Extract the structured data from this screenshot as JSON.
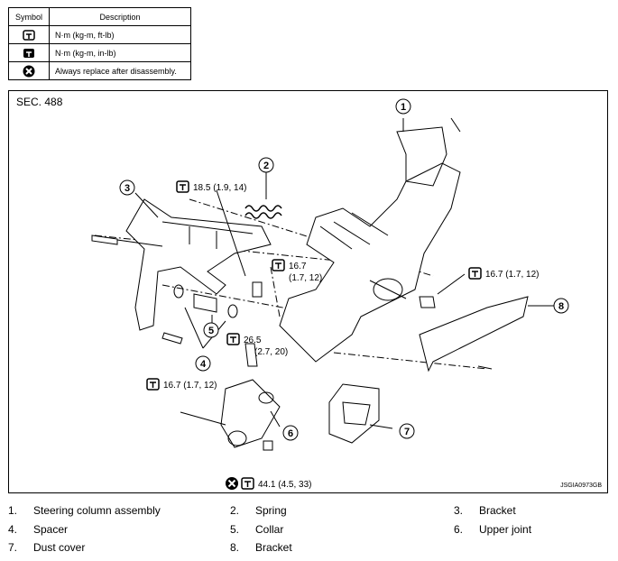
{
  "legend": {
    "header_symbol": "Symbol",
    "header_description": "Description",
    "rows": [
      {
        "icon": "torque-wrench-icon",
        "description": "N·m (kg-m, ft-lb)"
      },
      {
        "icon": "torque-wrench-filled-icon",
        "description": "N·m (kg-m, in-lb)"
      },
      {
        "icon": "replace-x-icon",
        "description": "Always replace after disassembly."
      }
    ]
  },
  "diagram": {
    "section": "SEC. 488",
    "image_id": "JSGIA0973GB",
    "torques": {
      "t1": "18.5 (1.9, 14)",
      "t2a": "16.7",
      "t2b": "(1.7, 12)",
      "t3": "16.7 (1.7, 12)",
      "t4a": "26.5",
      "t4b": "(2.7, 20)",
      "t5": "16.7 (1.7, 12)",
      "t6": "44.1 (4.5, 33)"
    },
    "callouts": [
      "1",
      "2",
      "3",
      "4",
      "5",
      "6",
      "7",
      "8"
    ]
  },
  "parts": [
    {
      "num": "1.",
      "name": "Steering column assembly"
    },
    {
      "num": "2.",
      "name": "Spring"
    },
    {
      "num": "3.",
      "name": "Bracket"
    },
    {
      "num": "4.",
      "name": "Spacer"
    },
    {
      "num": "5.",
      "name": "Collar"
    },
    {
      "num": "6.",
      "name": "Upper joint"
    },
    {
      "num": "7.",
      "name": "Dust cover"
    },
    {
      "num": "8.",
      "name": "Bracket"
    }
  ]
}
